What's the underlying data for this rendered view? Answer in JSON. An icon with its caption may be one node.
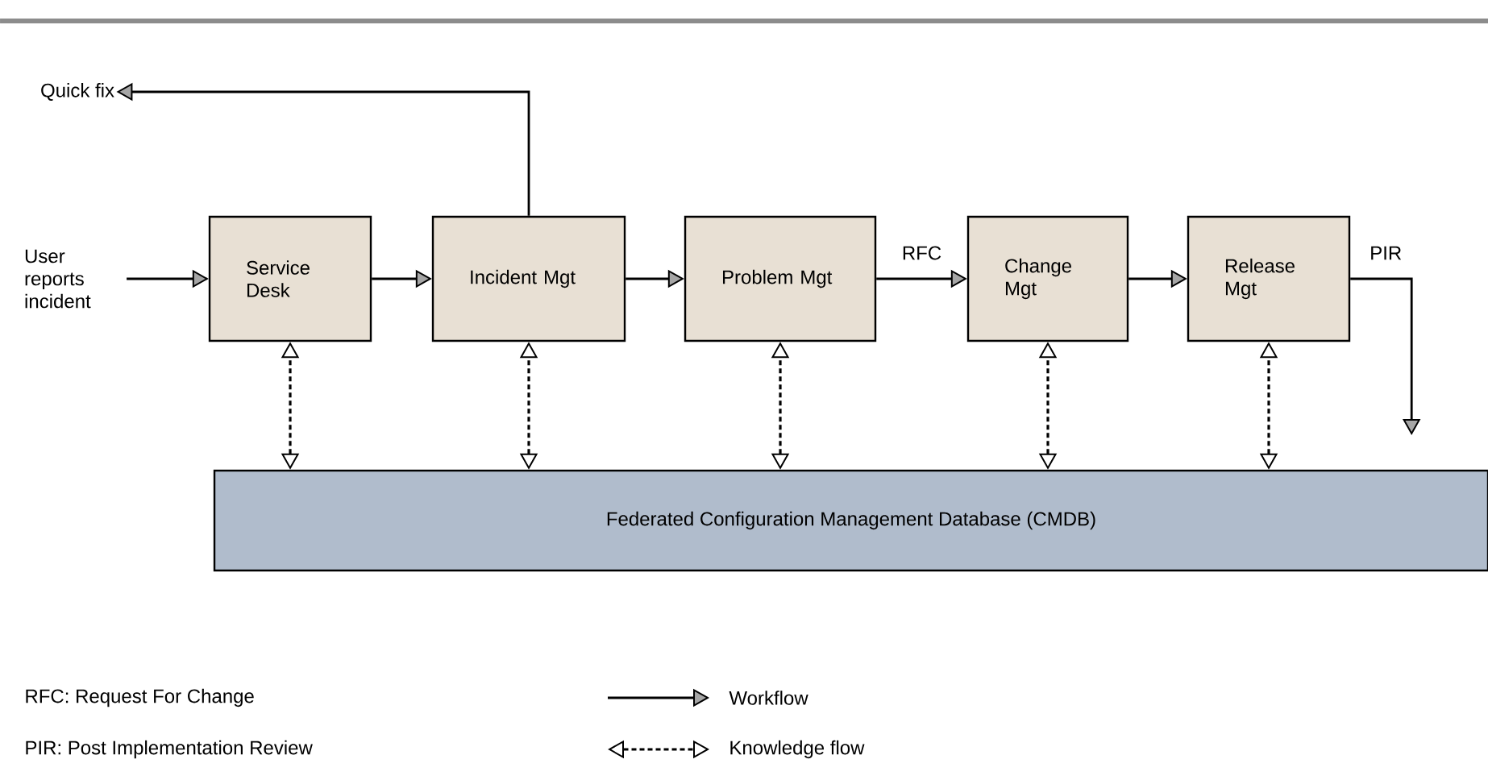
{
  "diagram": {
    "nodes": [
      {
        "text": [
          "Quick fix"
        ]
      },
      {
        "text": [
          "User reports incident"
        ]
      },
      {
        "text": [
          "Service Desk"
        ]
      },
      {
        "text": [
          "Incident Mgt"
        ]
      },
      {
        "text": [
          "Problem Mgt"
        ]
      },
      {
        "text": [
          "Change Mgt"
        ]
      },
      {
        "text": [
          "Release Mgt"
        ]
      },
      {
        "text": [
          "Federated Configuration Management Database (CMDB)"
        ]
      }
    ],
    "edges": [
      {
        "from": 1,
        "to": 2,
        "arrow": "to"
      },
      {
        "from": 2,
        "to": 3,
        "arrow": "to"
      },
      {
        "from": 3,
        "to": 4,
        "arrow": "to"
      },
      {
        "from": 4,
        "to": 5,
        "arrow": "to",
        "label": "RFC"
      },
      {
        "from": 5,
        "to": 6,
        "arrow": "to"
      },
      {
        "from": 3,
        "to": 0,
        "arrow": "to"
      },
      {
        "from": 6,
        "to": null,
        "arrow": "to",
        "label": "PIR"
      },
      {
        "from": 7,
        "to": 2,
        "arrow": "both",
        "style": "dashed"
      },
      {
        "from": 7,
        "to": 3,
        "arrow": "both",
        "style": "dashed"
      },
      {
        "from": 7,
        "to": 4,
        "arrow": "both",
        "style": "dashed"
      },
      {
        "from": 7,
        "to": 5,
        "arrow": "both",
        "style": "dashed"
      },
      {
        "from": 7,
        "to": 6,
        "arrow": "both",
        "style": "dashed"
      }
    ],
    "labels": [
      "RFC: Request For Change",
      "PIR: Post Implementation Review"
    ],
    "legend": [
      {
        "text": "Workflow"
      },
      {
        "text": "Knowledge flow"
      }
    ]
  }
}
